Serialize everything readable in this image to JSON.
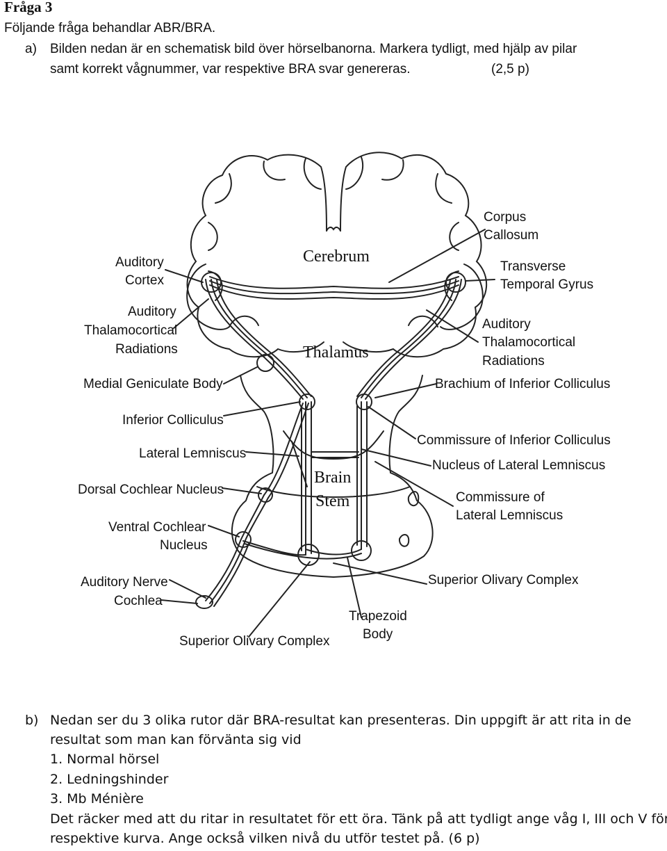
{
  "header": {
    "title": "Fråga 3",
    "intro": "Följande fråga behandlar ABR/BRA."
  },
  "question_a": {
    "label": "a)",
    "line1": "Bilden nedan är en schematisk bild över hörselbanorna. Markera tydligt, med hjälp av pilar",
    "line2": "samt korrekt vågnummer, var respektive BRA svar genereras.",
    "points": "(2,5 p)"
  },
  "diagram": {
    "center_labels": {
      "cerebrum": "Cerebrum",
      "thalamus": "Thalamus",
      "brain": "Brain",
      "stem": "Stem"
    },
    "left_labels": {
      "auditory_cortex_1": "Auditory",
      "auditory_cortex_2": "Cortex",
      "thalamocortical_1": "Auditory",
      "thalamocortical_2": "Thalamocortical",
      "thalamocortical_3": "Radiations",
      "medial_geniculate": "Medial Geniculate Body",
      "inferior_colliculus": "Inferior Colliculus",
      "lateral_lemniscus": "Lateral Lemniscus",
      "dorsal_cochlear": "Dorsal Cochlear Nucleus",
      "ventral_cochlear_1": "Ventral Cochlear",
      "ventral_cochlear_2": "Nucleus",
      "auditory_nerve": "Auditory Nerve",
      "cochlea": "Cochlea"
    },
    "right_labels": {
      "corpus_callosum_1": "Corpus",
      "corpus_callosum_2": "Callosum",
      "transverse_1": "Transverse",
      "transverse_2": "Temporal Gyrus",
      "thalamocortical_1": "Auditory",
      "thalamocortical_2": "Thalamocortical",
      "thalamocortical_3": "Radiations",
      "brachium": "Brachium of Inferior Colliculus",
      "commissure_ic": "Commissure of Inferior Colliculus",
      "nucleus_ll": "Nucleus of Lateral Lemniscus",
      "commissure_ll_1": "Commissure of",
      "commissure_ll_2": "Lateral Lemniscus",
      "superior_olivary": "Superior Olivary Complex"
    },
    "bottom_labels": {
      "trapezoid_1": "Trapezoid",
      "trapezoid_2": "Body",
      "superior_olivary": "Superior Olivary Complex"
    }
  },
  "question_b": {
    "label": "b)",
    "line1": "Nedan ser du 3 olika rutor där BRA-resultat kan presenteras. Din uppgift är att rita in de",
    "line2": "resultat som man kan förvänta sig vid",
    "items": [
      "1. Normal hörsel",
      "2. Ledningshinder",
      "3. Mb Ménière"
    ],
    "line3": "Det räcker med att du ritar in resultatet för ett öra. Tänk på att tydligt ange våg I, III och V för",
    "line4": "respektive kurva. Ange också vilken nivå du utför testet på.  (6 p)"
  }
}
